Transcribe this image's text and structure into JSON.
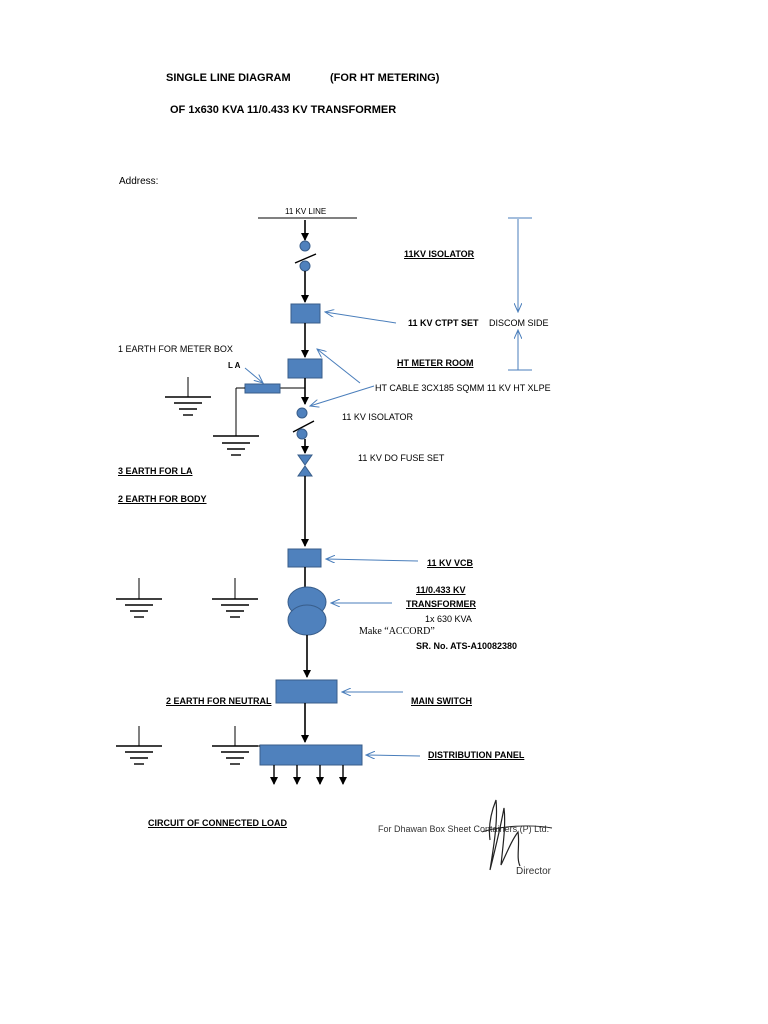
{
  "header": {
    "title_line1": "SINGLE LINE DIAGRAM",
    "title_line1_note": "(FOR HT METERING)",
    "title_line2": "OF 1x630 KVA  11/0.433 KV TRANSFORMER",
    "address_label": "Address:"
  },
  "labels": {
    "line_11kv": "11 KV LINE",
    "isolator_top": "11KV ISOLATOR",
    "ctpt_set": "11 KV CTPT SET",
    "discom_side": "DISCOM SIDE",
    "earth_meter_box": "1 EARTH FOR METER BOX",
    "ht_meter_room": "HT METER ROOM",
    "la": "L A",
    "ht_cable": "HT CABLE 3CX185  SQMM 11 KV HT XLPE",
    "isolator_2": "11 KV ISOLATOR",
    "do_fuse": "11 KV DO FUSE SET",
    "earth_la": "3 EARTH FOR LA",
    "earth_body": "2 EARTH FOR BODY",
    "vcb": "11 KV VCB",
    "transformer_line1": "11/0.433 KV",
    "transformer_line2": "TRANSFORMER",
    "transformer_rating": "1x 630 KVA",
    "make": "Make  “ACCORD”",
    "serial": "SR. No. ATS-A10082380",
    "earth_neutral": "2 EARTH FOR NEUTRAL",
    "main_switch": "MAIN SWITCH",
    "distribution_panel": "DISTRIBUTION PANEL",
    "connected_load": "CIRCUIT OF CONNECTED LOAD"
  },
  "signature": {
    "company": "For Dhawan Box Sheet Containers (P) Ltd.",
    "designation": "Director"
  },
  "colors": {
    "component_fill": "#4f81bd",
    "component_stroke": "#385d8a",
    "arrow_line": "#4a7ebb",
    "wire": "#000000"
  }
}
